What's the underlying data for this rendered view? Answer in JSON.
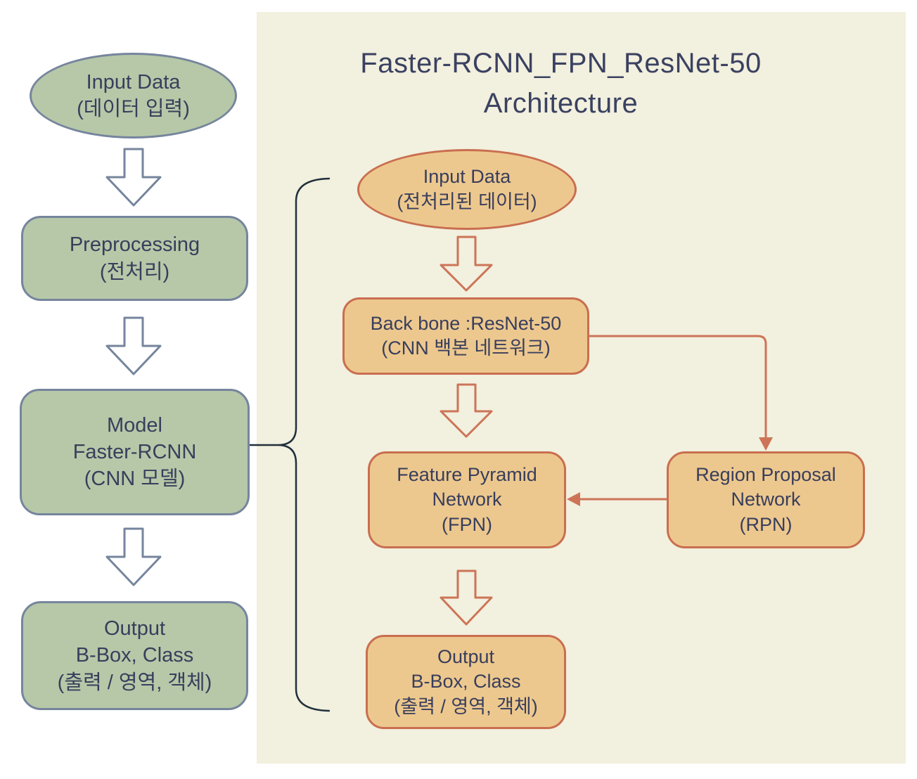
{
  "title": {
    "line1": "Faster-RCNN_FPN_ResNet-50",
    "line2": "Architecture"
  },
  "left_flow": {
    "input_data": {
      "line1": "Input Data",
      "line2": "(데이터 입력)"
    },
    "preprocessing": {
      "line1": "Preprocessing",
      "line2": "(전처리)"
    },
    "model": {
      "line1": "Model",
      "line2": "Faster-RCNN",
      "line3": "(CNN 모델)"
    },
    "output": {
      "line1": "Output",
      "line2": "B-Box, Class",
      "line3": "(출력 / 영역, 객체)"
    }
  },
  "architecture_flow": {
    "input_data": {
      "line1": "Input Data",
      "line2": "(전처리된 데이터)"
    },
    "backbone": {
      "line1": "Back bone :ResNet-50",
      "line2": "(CNN 백본 네트워크)"
    },
    "fpn": {
      "line1": "Feature Pyramid",
      "line2": "Network",
      "line3": "(FPN)"
    },
    "rpn": {
      "line1": "Region Proposal",
      "line2": "Network",
      "line3": "(RPN)"
    },
    "output": {
      "line1": "Output",
      "line2": "B-Box, Class",
      "line3": "(출력 / 영역, 객체)"
    }
  },
  "colors": {
    "page_background": "#ffffff",
    "panel_background": "#f2f0de",
    "green_node_fill": "#b6c8a8",
    "green_node_border": "#76859d",
    "orange_node_fill": "#edc88e",
    "orange_node_border": "#c96e50",
    "orange_connector": "#cd7458",
    "blue_arrow_outline": "#76859d",
    "text_navy": "#3a4161",
    "brace_stroke": "#20303c"
  }
}
